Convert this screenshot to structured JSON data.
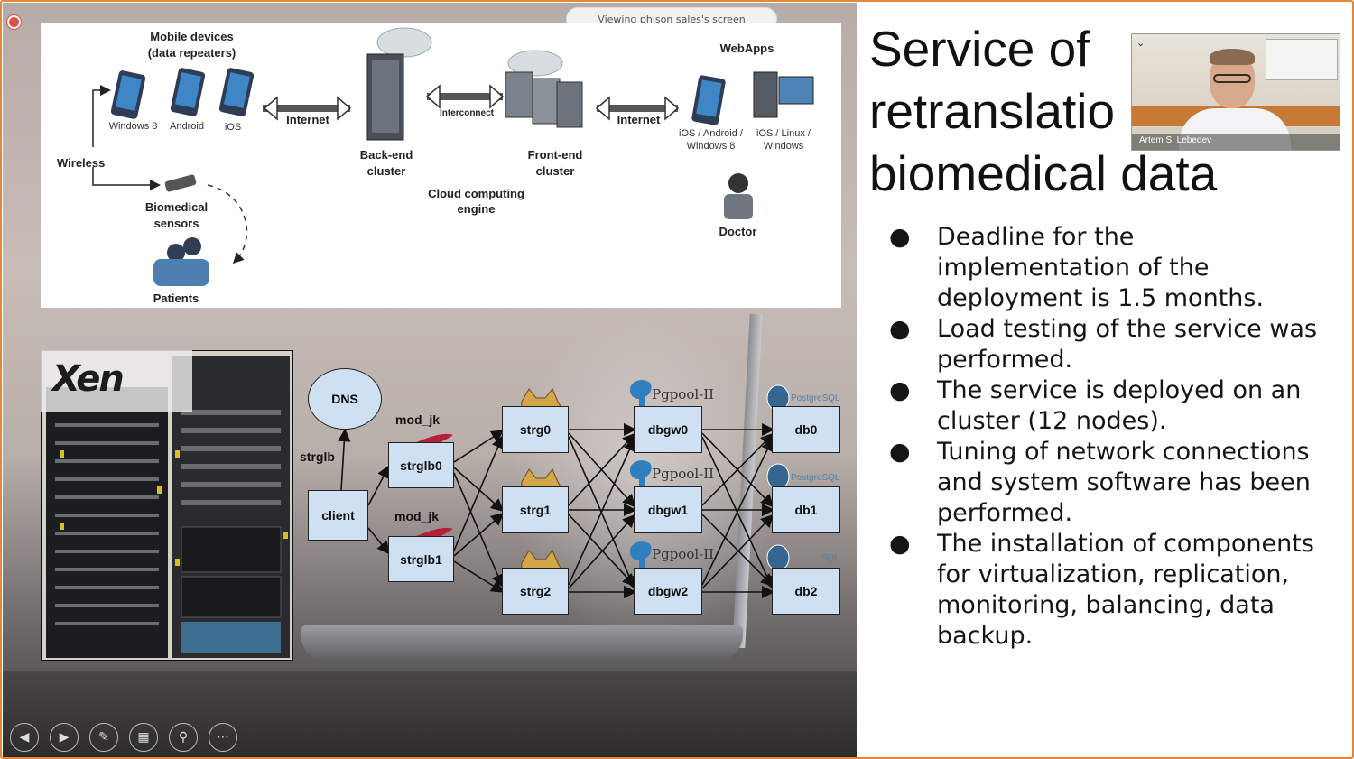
{
  "banner": {
    "viewing": "Viewing phison sales's screen"
  },
  "top_diagram": {
    "mobile_devices": "Mobile devices",
    "data_repeaters": "(data repeaters)",
    "windows8": "Windows 8",
    "android": "Android",
    "ios": "iOS",
    "internet_left": "Internet",
    "interconnect": "Interconnect",
    "internet_right": "Internet",
    "backend1": "Back-end",
    "backend2": "cluster",
    "frontend1": "Front-end",
    "frontend2": "cluster",
    "cloud1": "Cloud computing",
    "cloud2": "engine",
    "webapps": "WebApps",
    "ios_android1": "iOS / Android /",
    "ios_android2": "Windows 8",
    "ios_linux1": "iOS / Linux /",
    "ios_linux2": "Windows",
    "wireless": "Wireless",
    "biomedical1": "Biomedical",
    "biomedical2": "sensors",
    "patients": "Patients",
    "doctor": "Doctor"
  },
  "cluster_diagram": {
    "xen": "Xen",
    "dns": "DNS",
    "strglb": "strglb",
    "client": "client",
    "mod_jk_0": "mod_jk",
    "mod_jk_1": "mod_jk",
    "strglb0": "strglb0",
    "strglb1": "strglb1",
    "strg0": "strg0",
    "strg1": "strg1",
    "strg2": "strg2",
    "pgpool0": "Pgpool-II",
    "pgpool1": "Pgpool-II",
    "pgpool2": "Pgpool-II",
    "dbgw0": "dbgw0",
    "dbgw1": "dbgw1",
    "dbgw2": "dbgw2",
    "psql0": "PostgreSQL",
    "psql1": "PostgreSQL",
    "psql2": "SQL",
    "db0": "db0",
    "db1": "db1",
    "db2": "db2"
  },
  "slide": {
    "title_lines": [
      "Service of",
      "retranslatio",
      "biomedical data"
    ],
    "bullets": [
      "Deadline for the implementation of the deployment is 1.5 months.",
      "Load testing of the service was performed.",
      "The service is deployed on an cluster (12 nodes).",
      "Tuning of network connections and system software has been performed.",
      "The installation of components for virtualization, replication, monitoring, balancing, data backup."
    ],
    "bullet_lines": [
      [
        "Deadline for the",
        "implementation of the",
        "deployment is 1.5 months."
      ],
      [
        "Load testing of the service was",
        "performed."
      ],
      [
        "The service is deployed on an",
        "cluster (12 nodes)."
      ],
      [
        "Tuning of network connections",
        "and system software has been",
        "performed."
      ],
      [
        "The installation of components",
        "for virtualization, replication,",
        "monitoring, balancing, data",
        "backup."
      ]
    ]
  },
  "video": {
    "name": "Artem S. Lebedev",
    "chevron": "⌄"
  },
  "controls": [
    "prev-icon",
    "next-icon",
    "pen-icon",
    "slides-icon",
    "zoom-icon",
    "more-icon"
  ]
}
